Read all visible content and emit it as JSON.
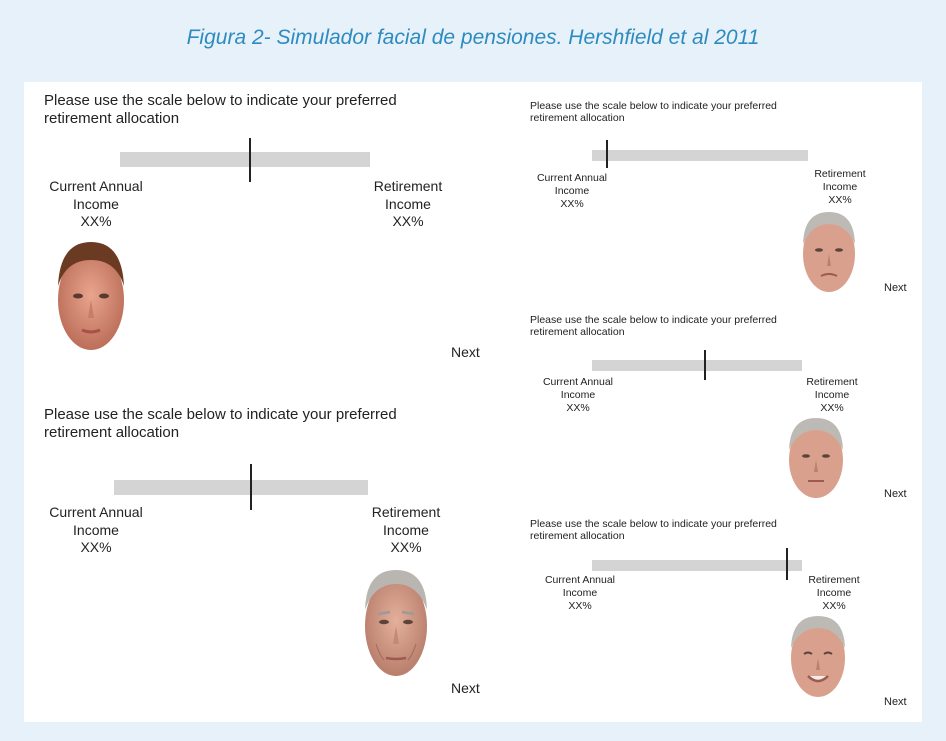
{
  "caption": "Figura 2- Simulador facial de pensiones. Hershfield et al 2011",
  "screens": [
    {
      "id": "young-large",
      "prompt_line1": "Please use the scale below to indicate your preferred",
      "prompt_line2": "retirement allocation",
      "left_label": [
        "Current Annual",
        "Income",
        "XX%"
      ],
      "right_label": [
        "Retirement",
        "Income",
        "XX%"
      ],
      "next_label": "Next",
      "slider_position": 0.52,
      "face": "young-man-face"
    },
    {
      "id": "aged-large",
      "prompt_line1": "Please use the scale below to indicate your preferred",
      "prompt_line2": "retirement allocation",
      "left_label": [
        "Current Annual",
        "Income",
        "XX%"
      ],
      "right_label": [
        "Retirement",
        "Income",
        "XX%"
      ],
      "next_label": "Next",
      "slider_position": 0.54,
      "face": "aged-man-face"
    },
    {
      "id": "aged-small-1",
      "prompt_line1": "Please use the scale below to indicate your preferred",
      "prompt_line2": "retirement allocation",
      "left_label": [
        "Current Annual",
        "Income",
        "XX%"
      ],
      "right_label": [
        "Retirement",
        "Income",
        "XX%"
      ],
      "next_label": "Next",
      "slider_position": 0.07,
      "face": "aged-man-face-sad"
    },
    {
      "id": "aged-small-2",
      "prompt_line1": "Please use the scale below to indicate your preferred",
      "prompt_line2": "retirement allocation",
      "left_label": [
        "Current Annual",
        "Income",
        "XX%"
      ],
      "right_label": [
        "Retirement",
        "Income",
        "XX%"
      ],
      "next_label": "Next",
      "slider_position": 0.54,
      "face": "aged-man-face-neutral"
    },
    {
      "id": "aged-small-3",
      "prompt_line1": "Please use the scale below to indicate your preferred",
      "prompt_line2": "retirement allocation",
      "left_label": [
        "Current Annual",
        "Income",
        "XX%"
      ],
      "right_label": [
        "Retirement",
        "Income",
        "XX%"
      ],
      "next_label": "Next",
      "slider_position": 0.93,
      "face": "aged-man-face-happy"
    }
  ],
  "colors": {
    "background": "#e6f1f9",
    "caption": "#2e8bc0",
    "slider_track": "#d4d4d4",
    "slider_marker": "#222222"
  }
}
